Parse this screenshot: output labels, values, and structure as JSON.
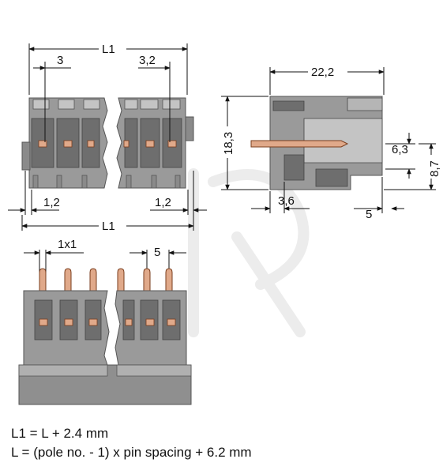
{
  "dimensions": {
    "top_L1": "L1",
    "pitch_3": "3",
    "pitch_3_2": "3,2",
    "left_1_2": "1,2",
    "right_1_2": "1,2",
    "bottom_L1": "L1",
    "side_22_2": "22,2",
    "side_18_3": "18,3",
    "side_6_3": "6,3",
    "side_8_7": "8,7",
    "side_3_6": "3,6",
    "side_5": "5",
    "bottom_1x1": "1x1",
    "bottom_5": "5"
  },
  "formulas": {
    "line1": "L1 = L + 2.4 mm",
    "line2": "L = (pole no. - 1) x pin spacing + 6.2 mm"
  },
  "colors": {
    "housing": "#9a9a9a",
    "housing_dark": "#6e6e6e",
    "housing_light": "#c4c4c4",
    "pin": "#e0a98a",
    "line": "#111111",
    "watermark": "#ececec"
  }
}
